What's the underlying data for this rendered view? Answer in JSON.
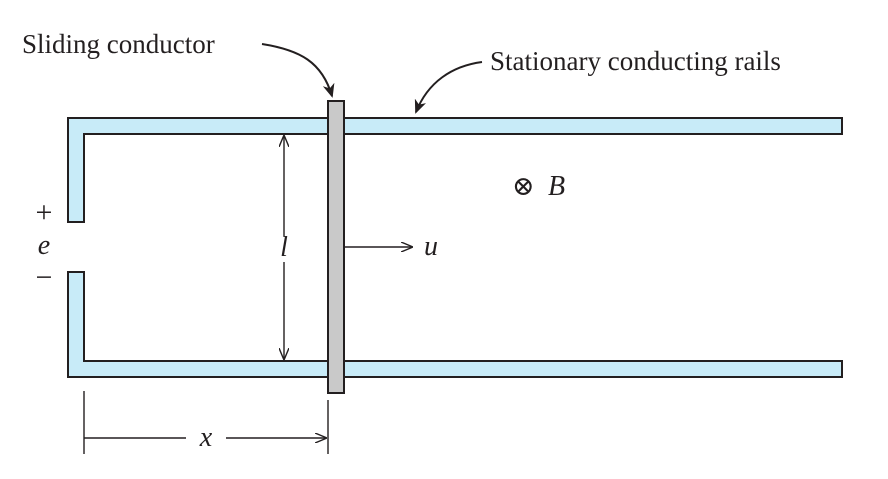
{
  "labels": {
    "sliding_conductor": "Sliding conductor",
    "stationary_rails": "Stationary conducting rails",
    "field_symbol": "⊗",
    "field_name": "B",
    "velocity": "u",
    "length": "l",
    "position": "x",
    "emf": "e",
    "plus": "+",
    "minus": "−"
  },
  "colors": {
    "rail_fill": "#c8ebf8",
    "rail_edge": "#231f20",
    "conductor_fill": "#c9c9c9",
    "ink": "#231f20",
    "background": "#ffffff"
  }
}
